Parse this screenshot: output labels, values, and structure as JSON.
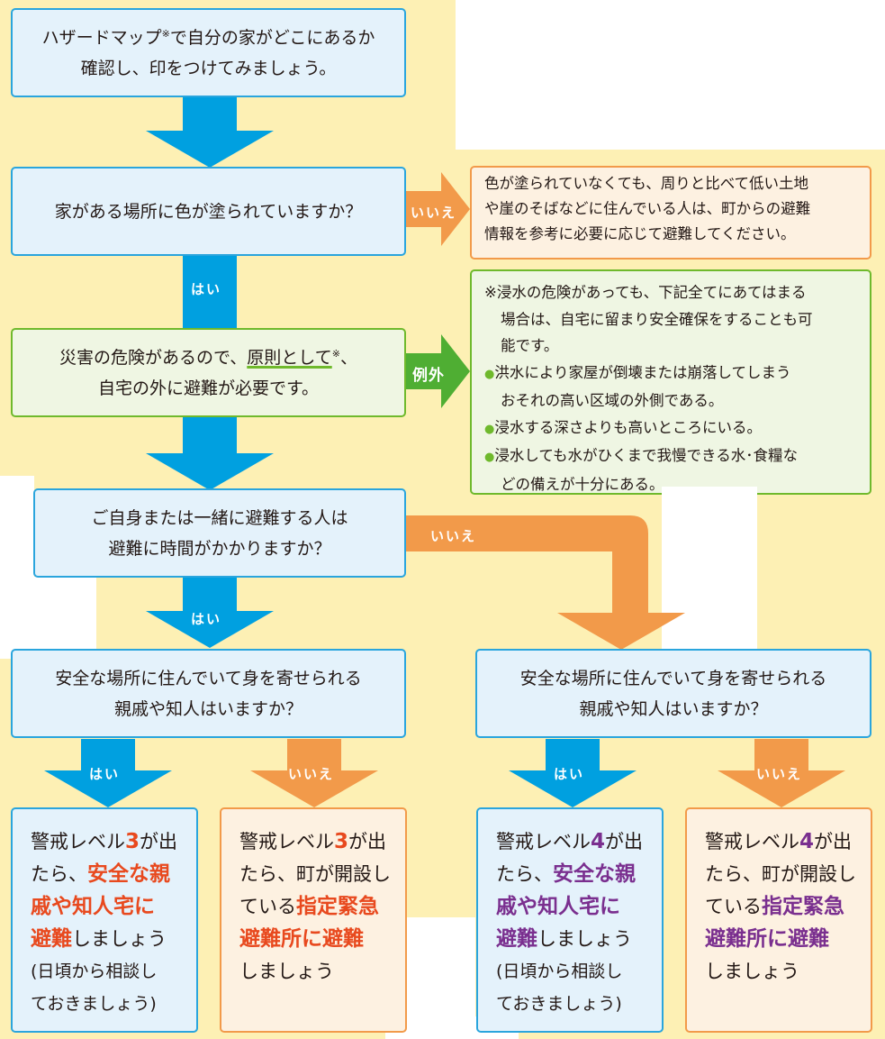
{
  "steps": {
    "s1": {
      "line1_a": "ハザードマップ",
      "line1_mark": "※",
      "line1_b": "で自分の家がどこにあるか",
      "line2": "確認し、印をつけてみましょう。"
    },
    "s2": {
      "text": "家がある場所に色が塗られていますか？"
    },
    "s3": {
      "line1_a": "災害の危険があるので、",
      "line1_u": "原則として",
      "line1_mark": "※",
      "line1_b": "、",
      "line2": "自宅の外に避難が必要です。"
    },
    "s4": {
      "line1": "ご自身または一緒に避難する人は",
      "line2": "避難に時間がかかりますか？"
    },
    "s5l": {
      "line1": "安全な場所に住んでいて身を寄せられる",
      "line2": "親戚や知人はいますか？"
    },
    "s5r": {
      "line1": "安全な場所に住んでいて身を寄せられる",
      "line2": "親戚や知人はいますか？"
    }
  },
  "side_notes": {
    "no_color": {
      "l1": "色が塗られていなくても、周りと比べて低い土地",
      "l2": "や崖のそばなどに住んでいる人は、町からの避難",
      "l3": "情報を参考に必要に応じて避難してください。"
    },
    "exception": {
      "intro1": "※浸水の危険があっても、下記全てにあてはまる",
      "intro2": "場合は、自宅に留まり安全確保をすることも可",
      "intro3": "能です。",
      "b1a": "洪水により家屋が倒壊または崩落してしまう",
      "b1b": "おそれの高い区域の外側である。",
      "b2": "浸水する深さよりも高いところにいる。",
      "b3a": "浸水しても水がひくまで我慢できる水･食糧な",
      "b3b": "どの備えが十分にある。",
      "bullet": "●"
    }
  },
  "labels": {
    "yes": "はい",
    "no": "いいえ",
    "exception": "例外"
  },
  "outcomes": {
    "o1": {
      "a": "警戒レベル",
      "num": "3",
      "b": "が出",
      "c": "たら、",
      "d": "安全な親",
      "e": "戚や知人宅に",
      "f": "避難",
      "g": "しましょう",
      "h": "(日頃から相談し",
      "i": "ておきましょう)"
    },
    "o2": {
      "a": "警戒レベル",
      "num": "3",
      "b": "が出",
      "c": "たら、町が開設し",
      "d": "ている",
      "e": "指定緊急",
      "f": "避難所に避難",
      "g": "しましょう"
    },
    "o3": {
      "a": "警戒レベル",
      "num": "4",
      "b": "が出",
      "c": "たら、",
      "d": "安全な親",
      "e": "戚や知人宅に",
      "f": "避難",
      "g": "しましょう",
      "h": "(日頃から相談し",
      "i": "ておきましょう)"
    },
    "o4": {
      "a": "警戒レベル",
      "num": "4",
      "b": "が出",
      "c": "たら、町が開設し",
      "d": "ている",
      "e": "指定緊急",
      "f": "避難所に避難",
      "g": "しましょう"
    }
  },
  "colors": {
    "background": "#fdf0b4",
    "blue": "#2aa5dd",
    "orange": "#f29a4a",
    "green": "#6fb92c",
    "red_text": "#e8491e",
    "purple_text": "#7a2f8f"
  }
}
